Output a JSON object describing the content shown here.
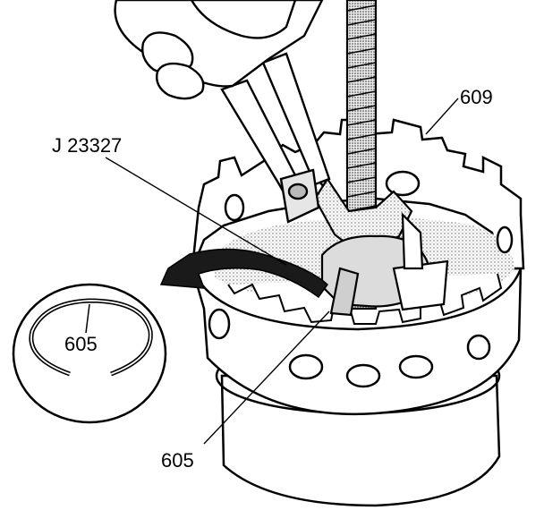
{
  "labels": {
    "tool": "J 23327",
    "housing": "609",
    "ring_inset": "605",
    "ring_main": "605"
  },
  "colors": {
    "ink": "#000000",
    "paper": "#ffffff",
    "shade": "#d8d8d8",
    "dark_shade": "#9a9a9a",
    "arrow": "#1a1a1a"
  },
  "icons": {
    "direction": "curved-arrow-icon"
  }
}
